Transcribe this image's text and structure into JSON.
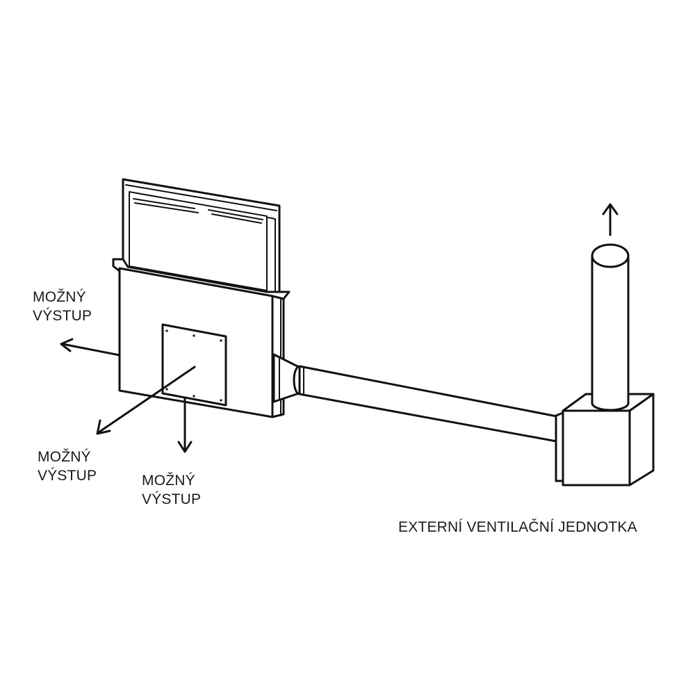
{
  "labels": {
    "left_outlet": {
      "line1": "MOŽNÝ",
      "line2": "VÝSTUP"
    },
    "bottom_left_outlet": {
      "line1": "MOŽNÝ",
      "line2": "VÝSTUP"
    },
    "bottom_outlet": {
      "line1": "MOŽNÝ",
      "line2": "VÝSTUP"
    },
    "external_unit": "EXTERNÍ VENTILAČNÍ JEDNOTKA"
  },
  "colors": {
    "line": "#111111",
    "background": "#ffffff",
    "text": "#1a1a1a"
  }
}
